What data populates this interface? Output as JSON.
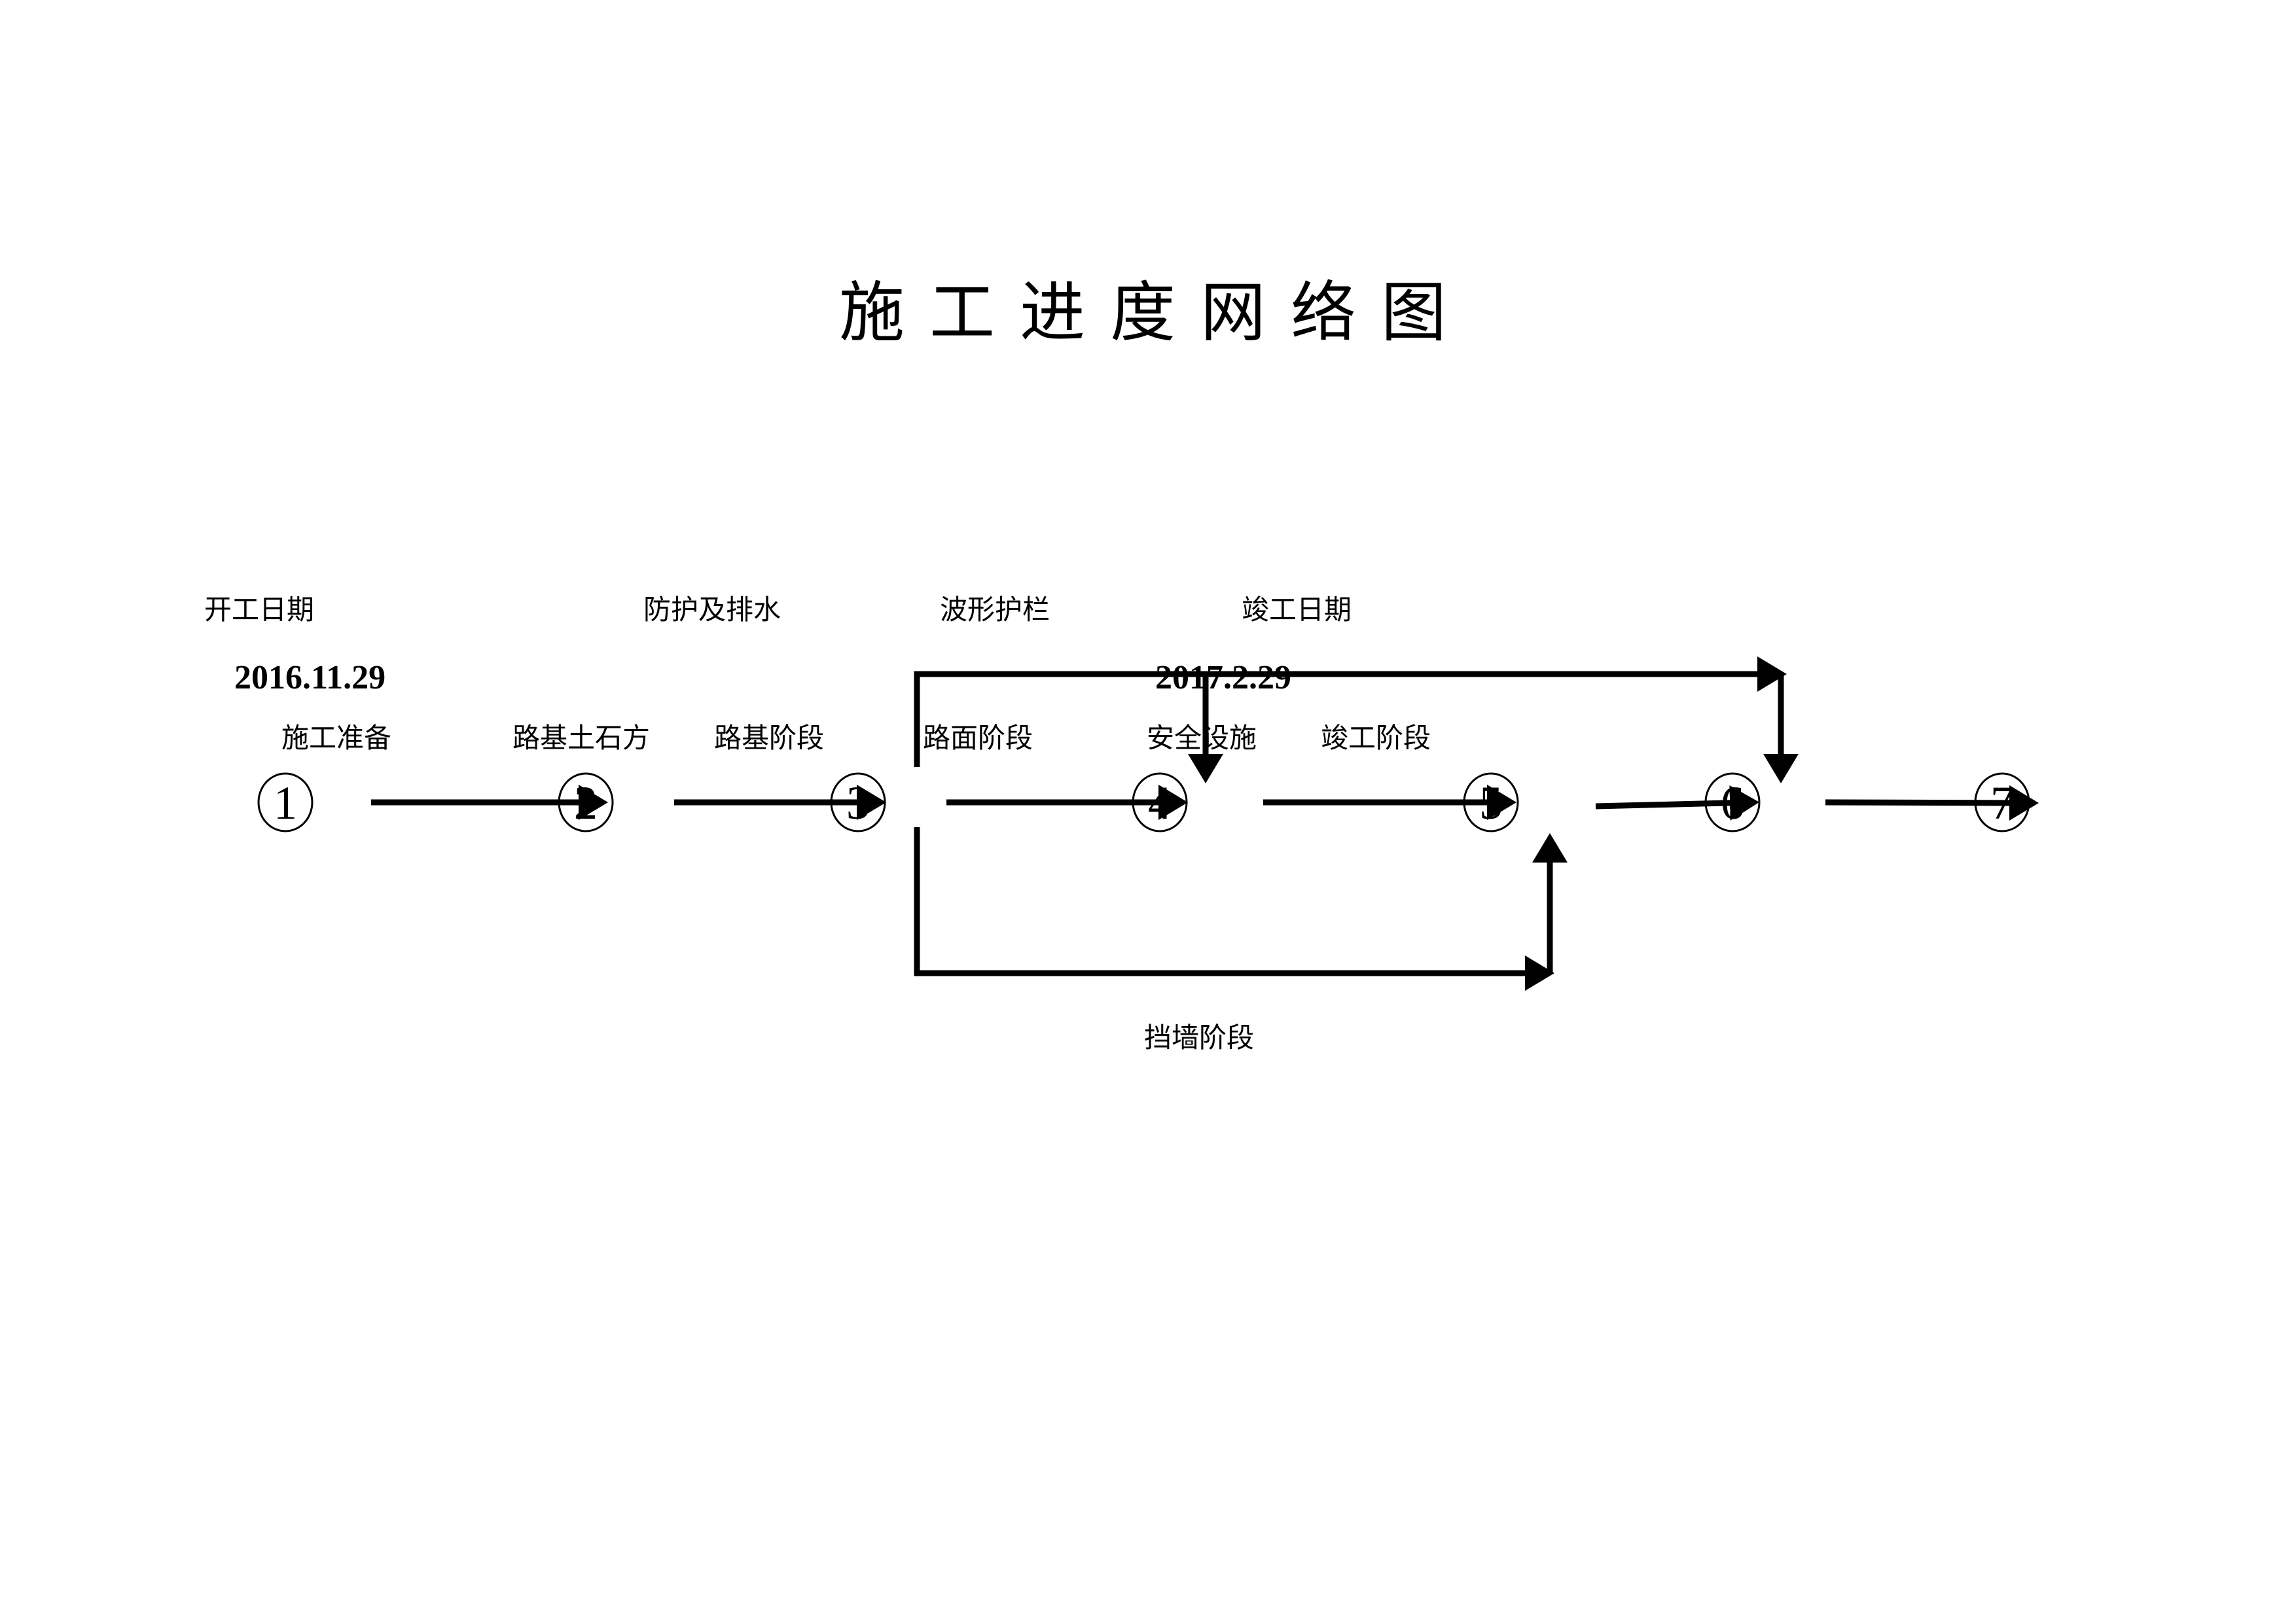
{
  "title": "施工进度网络图",
  "top_labels": {
    "start_date_label": "开工日期",
    "protection_drainage": "防护及排水",
    "guardrail": "波形护栏",
    "completion_date_label": "竣工日期"
  },
  "dates": {
    "start": "2016.11.29",
    "end": "2017.2.29"
  },
  "activities": [
    {
      "label": "施工准备"
    },
    {
      "label": "路基土石方"
    },
    {
      "label": "路基阶段"
    },
    {
      "label": "路面阶段"
    },
    {
      "label": "安全设施"
    },
    {
      "label": "竣工阶段"
    }
  ],
  "retaining_wall": "挡墙阶段",
  "nodes": [
    "1",
    "2",
    "3",
    "4",
    "5",
    "6",
    "7"
  ]
}
